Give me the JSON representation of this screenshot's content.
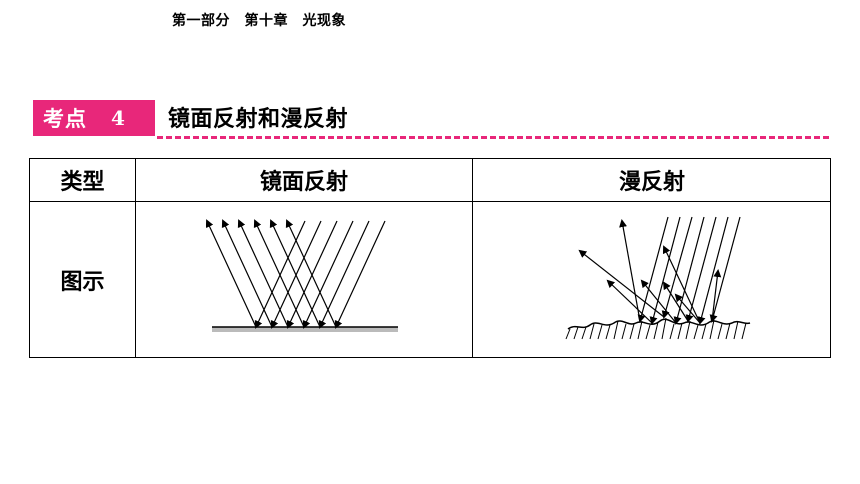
{
  "header": {
    "breadcrumb": "第一部分　第十章　光现象"
  },
  "section": {
    "badge_label": "考点",
    "badge_number": "4",
    "title": "镜面反射和漫反射"
  },
  "table": {
    "headers": [
      "类型",
      "镜面反射",
      "漫反射"
    ],
    "row_label": "图示"
  },
  "colors": {
    "accent": "#e8277a",
    "text": "#000000"
  }
}
